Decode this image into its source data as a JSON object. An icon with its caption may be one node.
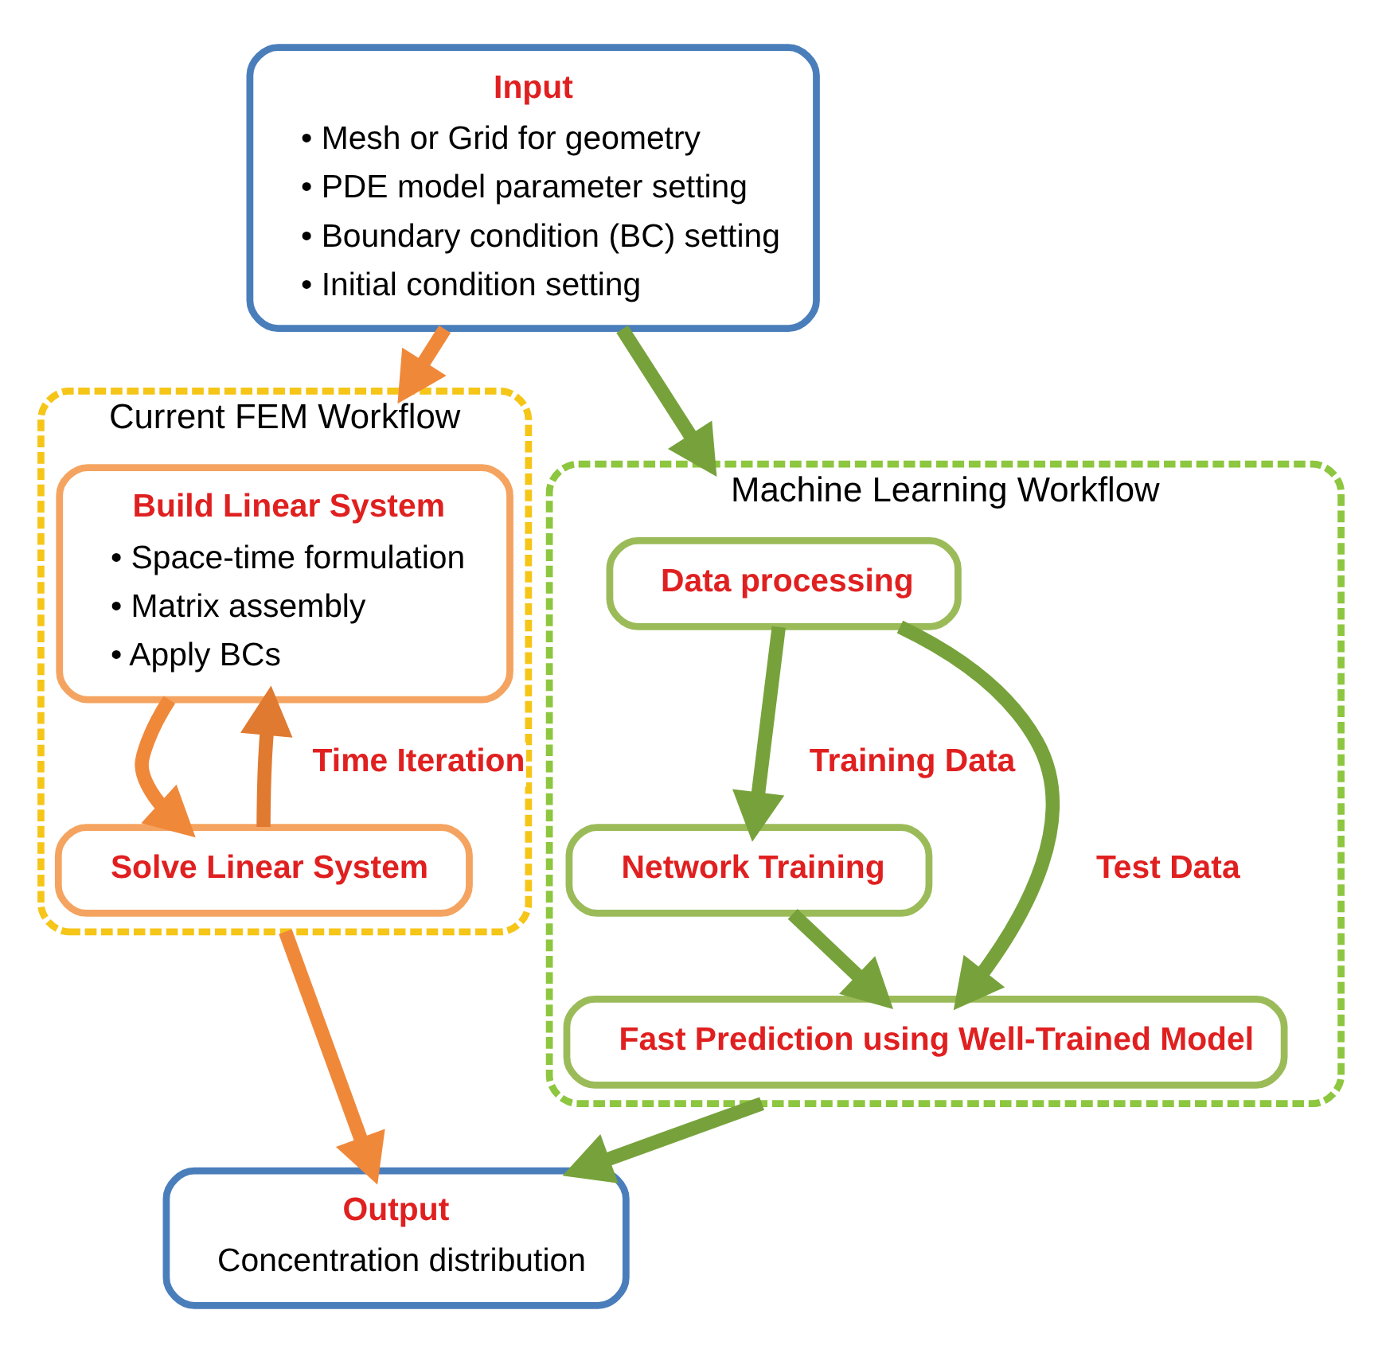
{
  "diagram": {
    "nodes": [
      {
        "text": [
          "Input",
          "• Mesh or Grid for geometry",
          "• PDE model parameter setting",
          "• Boundary condition (BC) setting",
          "• Initial condition setting"
        ]
      },
      {
        "text": [
          "Current FEM Workflow"
        ]
      },
      {
        "text": [
          "Build Linear System",
          "• Space-time formulation",
          "• Matrix assembly",
          "• Apply BCs"
        ],
        "in": 1
      },
      {
        "text": [
          "Solve Linear System"
        ],
        "in": 1
      },
      {
        "text": [
          "Machine Learning Workflow"
        ]
      },
      {
        "text": [
          "Data processing"
        ],
        "in": 4
      },
      {
        "text": [
          "Network Training"
        ],
        "in": 4
      },
      {
        "text": [
          "Fast Prediction using Well-Trained Model"
        ],
        "in": 4
      },
      {
        "text": [
          "Output",
          "Concentration distribution"
        ]
      }
    ],
    "edges": [
      {
        "from": 0,
        "to": 1,
        "arrow": "to",
        "color": "#f0883a"
      },
      {
        "from": 0,
        "to": 4,
        "arrow": "to"
      },
      {
        "from": 2,
        "to": 3,
        "arrow": "to",
        "color": "#f0883a"
      },
      {
        "from": 3,
        "to": 2,
        "arrow": "to",
        "label": "Time Iteration",
        "color": "#e07a30"
      },
      {
        "from": 5,
        "to": 6,
        "arrow": "to",
        "label": "Training Data"
      },
      {
        "from": 6,
        "to": 7,
        "arrow": "to"
      },
      {
        "from": 5,
        "to": 7,
        "arrow": "to",
        "label": "Test Data"
      },
      {
        "from": 1,
        "to": 8,
        "arrow": "to",
        "color": "#f0883a"
      },
      {
        "from": 4,
        "to": 8,
        "arrow": "to"
      }
    ]
  }
}
